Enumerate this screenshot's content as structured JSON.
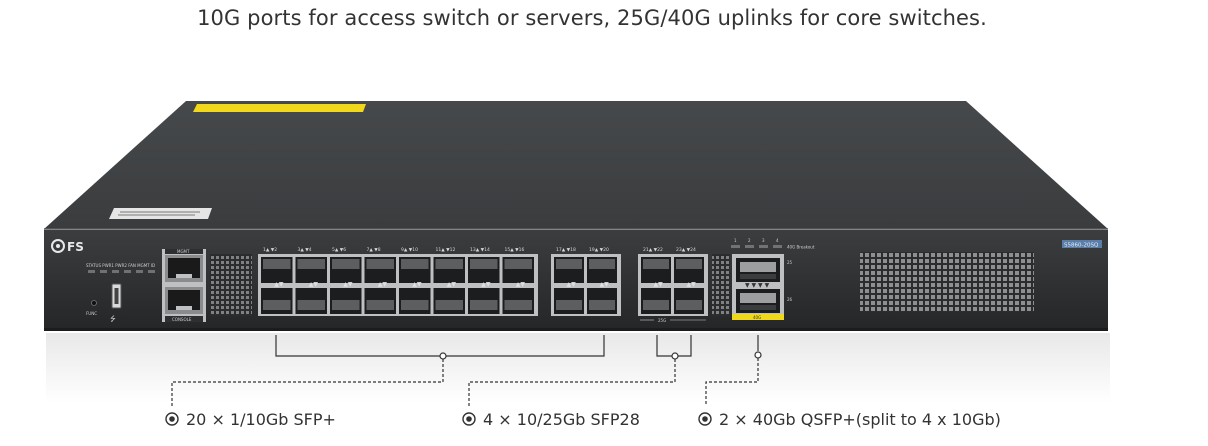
{
  "caption": "10G ports for access switch or servers, 25G/40G uplinks for core switches.",
  "device": {
    "brand": "FS",
    "model_badge": "S5860-20SQ",
    "mgmt_label": "MGMT",
    "console_label": "CONSOLE",
    "func_label": "FUNC",
    "usb_glyph": "⭍",
    "led_labels": "STATUS  PWR1  PWR2  FAN  MGMT  ID",
    "sfp_group_a_labels": [
      "1▲ ▼2",
      "3▲ ▼4",
      "5▲ ▼6",
      "7▲ ▼8",
      "9▲ ▼10",
      "11▲ ▼12",
      "13▲ ▼14",
      "15▲ ▼16"
    ],
    "sfp_group_b_labels": [
      "17▲ ▼18",
      "19▲ ▼20"
    ],
    "sfp28_labels": [
      "21▲ ▼22",
      "23▲ ▼24"
    ],
    "sfp28_group_label": "25G",
    "qsfp_numbers": [
      "1",
      "2",
      "3",
      "4"
    ],
    "qsfp_breakout_label": "40G Breakout",
    "qsfp_port_labels": [
      "25",
      "26"
    ],
    "qsfp_group_label": "40G"
  },
  "callouts": [
    {
      "text": "20 × 1/10Gb SFP+",
      "icon": "target-bullet-icon"
    },
    {
      "text": "4 × 10/25Gb SFP28",
      "icon": "target-bullet-icon"
    },
    {
      "text": "2 × 40Gb QSFP+(split to 4 x 10Gb)",
      "icon": "target-bullet-icon"
    }
  ],
  "colors": {
    "chassis_top": "#3d3f41",
    "chassis_front": "#2d2f31",
    "port_silver": "#c8c9cb",
    "accent_yellow": "#f2d81a",
    "callout_line": "#333333"
  }
}
